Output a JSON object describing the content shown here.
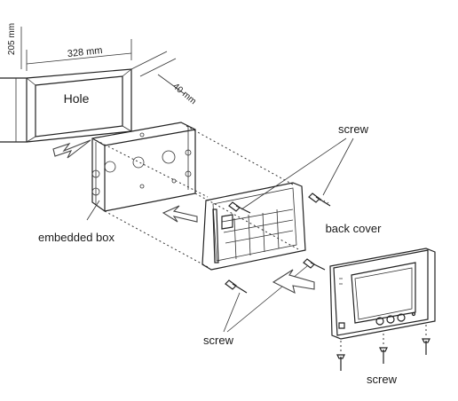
{
  "labels": {
    "hole": "Hole",
    "dim_width": "328 mm",
    "dim_height": "205 mm",
    "dim_depth": "40 mm",
    "embedded_box": "embedded box",
    "back_cover": "back cover",
    "screw_top": "screw",
    "screw_left": "screw",
    "screw_bottom": "screw"
  }
}
